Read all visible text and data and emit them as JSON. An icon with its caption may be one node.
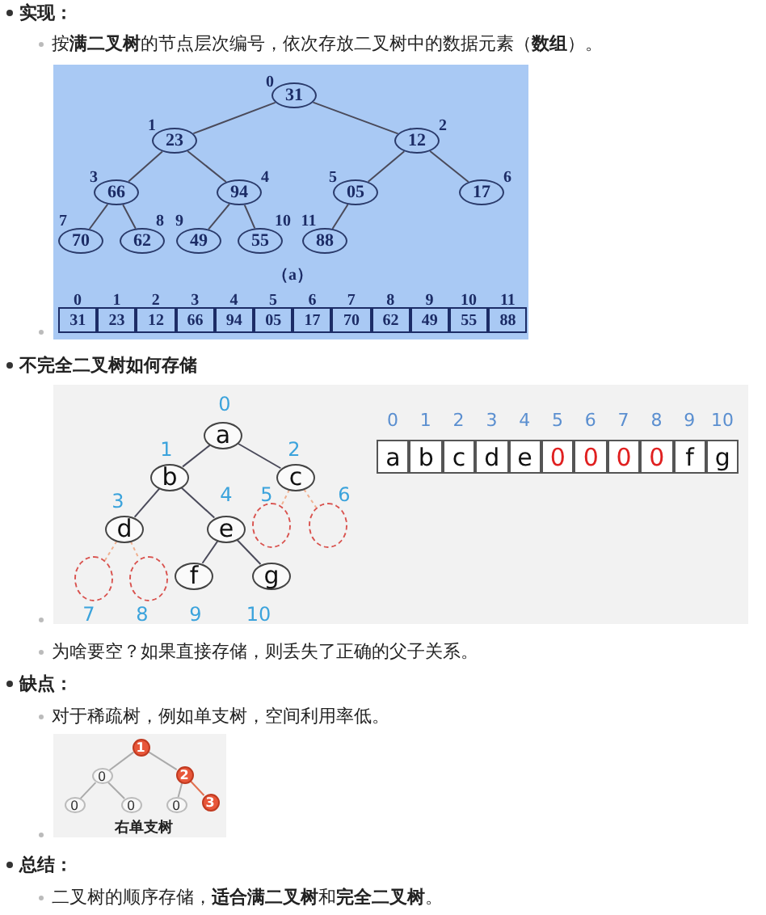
{
  "diagram": {
    "nodes": [
      {
        "text": [
          "31"
        ],
        "beside": [
          "0"
        ]
      },
      {
        "text": [
          "23"
        ],
        "beside": [
          "1"
        ]
      },
      {
        "text": [
          "12"
        ],
        "beside": [
          "2"
        ]
      },
      {
        "text": [
          "66"
        ],
        "beside": [
          "3"
        ]
      },
      {
        "text": [
          "94"
        ],
        "beside": [
          "4"
        ]
      },
      {
        "text": [
          "05"
        ],
        "beside": [
          "5"
        ]
      },
      {
        "text": [
          "17"
        ],
        "beside": [
          "6"
        ]
      },
      {
        "text": [
          "70"
        ],
        "beside": [
          "7"
        ]
      },
      {
        "text": [
          "62"
        ],
        "beside": [
          "8"
        ]
      },
      {
        "text": [
          "49"
        ],
        "beside": [
          "9"
        ]
      },
      {
        "text": [
          "55"
        ],
        "beside": [
          "10"
        ]
      },
      {
        "text": [
          "88"
        ],
        "beside": [
          "11"
        ]
      },
      {
        "text": [
          "a"
        ],
        "beside": [
          "0"
        ]
      },
      {
        "text": [
          "b"
        ],
        "beside": [
          "1"
        ]
      },
      {
        "text": [
          "c"
        ],
        "beside": [
          "2"
        ]
      },
      {
        "text": [
          "d"
        ],
        "beside": [
          "3"
        ]
      },
      {
        "text": [
          "e"
        ],
        "beside": [
          "4"
        ]
      },
      {
        "text": [],
        "shape": "circle",
        "beside": [
          "5"
        ]
      },
      {
        "text": [],
        "shape": "circle",
        "beside": [
          "6"
        ]
      },
      {
        "text": [],
        "shape": "circle",
        "beside": [
          "7"
        ]
      },
      {
        "text": [],
        "shape": "circle",
        "beside": [
          "8"
        ]
      },
      {
        "text": [
          "f"
        ],
        "beside": [
          "9"
        ]
      },
      {
        "text": [
          "g"
        ],
        "beside": [
          "10"
        ]
      },
      {
        "text": [
          "1"
        ]
      },
      {
        "text": [
          "0"
        ]
      },
      {
        "text": [
          "2"
        ]
      },
      {
        "text": [
          "0"
        ]
      },
      {
        "text": [
          "0"
        ]
      },
      {
        "text": [
          "0"
        ]
      },
      {
        "text": [
          "3"
        ]
      }
    ],
    "edges": [
      {
        "from": 0,
        "to": 1,
        "arrow": "none"
      },
      {
        "from": 0,
        "to": 2,
        "arrow": "none"
      },
      {
        "from": 1,
        "to": 3,
        "arrow": "none"
      },
      {
        "from": 1,
        "to": 4,
        "arrow": "none"
      },
      {
        "from": 2,
        "to": 5,
        "arrow": "none"
      },
      {
        "from": 2,
        "to": 6,
        "arrow": "none"
      },
      {
        "from": 3,
        "to": 7,
        "arrow": "none"
      },
      {
        "from": 3,
        "to": 8,
        "arrow": "none"
      },
      {
        "from": 4,
        "to": 9,
        "arrow": "none"
      },
      {
        "from": 4,
        "to": 10,
        "arrow": "none"
      },
      {
        "from": 5,
        "to": 11,
        "arrow": "none"
      },
      {
        "from": 12,
        "to": 13,
        "arrow": "none"
      },
      {
        "from": 12,
        "to": 14,
        "arrow": "none"
      },
      {
        "from": 13,
        "to": 15,
        "arrow": "none"
      },
      {
        "from": 13,
        "to": 16,
        "arrow": "none"
      },
      {
        "from": 14,
        "to": 17,
        "arrow": "none",
        "style": "dashed",
        "color": "#f0b090"
      },
      {
        "from": 14,
        "to": 18,
        "arrow": "none",
        "style": "dashed",
        "color": "#f0b090"
      },
      {
        "from": 15,
        "to": 19,
        "arrow": "none",
        "style": "dashed",
        "color": "#f0b090"
      },
      {
        "from": 15,
        "to": 20,
        "arrow": "none",
        "style": "dashed",
        "color": "#f0b090"
      },
      {
        "from": 16,
        "to": 21,
        "arrow": "none"
      },
      {
        "from": 16,
        "to": 22,
        "arrow": "none"
      },
      {
        "from": 23,
        "to": 24,
        "arrow": "none",
        "color": "#aaaaaa"
      },
      {
        "from": 23,
        "to": 25,
        "arrow": "none",
        "color": "#aaaaaa"
      },
      {
        "from": 24,
        "to": 26,
        "arrow": "none",
        "color": "#aaaaaa"
      },
      {
        "from": 24,
        "to": 27,
        "arrow": "none",
        "color": "#aaaaaa"
      },
      {
        "from": 25,
        "to": 28,
        "arrow": "none",
        "color": "#aaaaaa"
      },
      {
        "from": 25,
        "to": 29,
        "arrow": "none",
        "color": "#e07050"
      }
    ],
    "labels": [
      "实现：",
      "按**满二叉树**的节点层次编号，依次存放二叉树中的数据元素（**数组**）。",
      "（a）",
      "0",
      "1",
      "2",
      "3",
      "4",
      "5",
      "6",
      "7",
      "8",
      "9",
      "10",
      "11",
      "31",
      "23",
      "12",
      "66",
      "94",
      "05",
      "17",
      "70",
      "62",
      "49",
      "55",
      "88",
      "不完全二叉树如何存储",
      "0",
      "1",
      "2",
      "3",
      "4",
      "5",
      "6",
      "7",
      "8",
      "9",
      "10",
      "a",
      "b",
      "c",
      "d",
      "e",
      "0",
      "0",
      "0",
      "0",
      "f",
      "g",
      "为啥要空？如果直接存储，则丢失了正确的父子关系。",
      "缺点：",
      "对于稀疏树，例如单支树，空间利用率低。",
      "右单支树",
      "总结：",
      "二叉树的顺序存储，**适合满二叉树**和**完全二叉树**。"
    ]
  }
}
